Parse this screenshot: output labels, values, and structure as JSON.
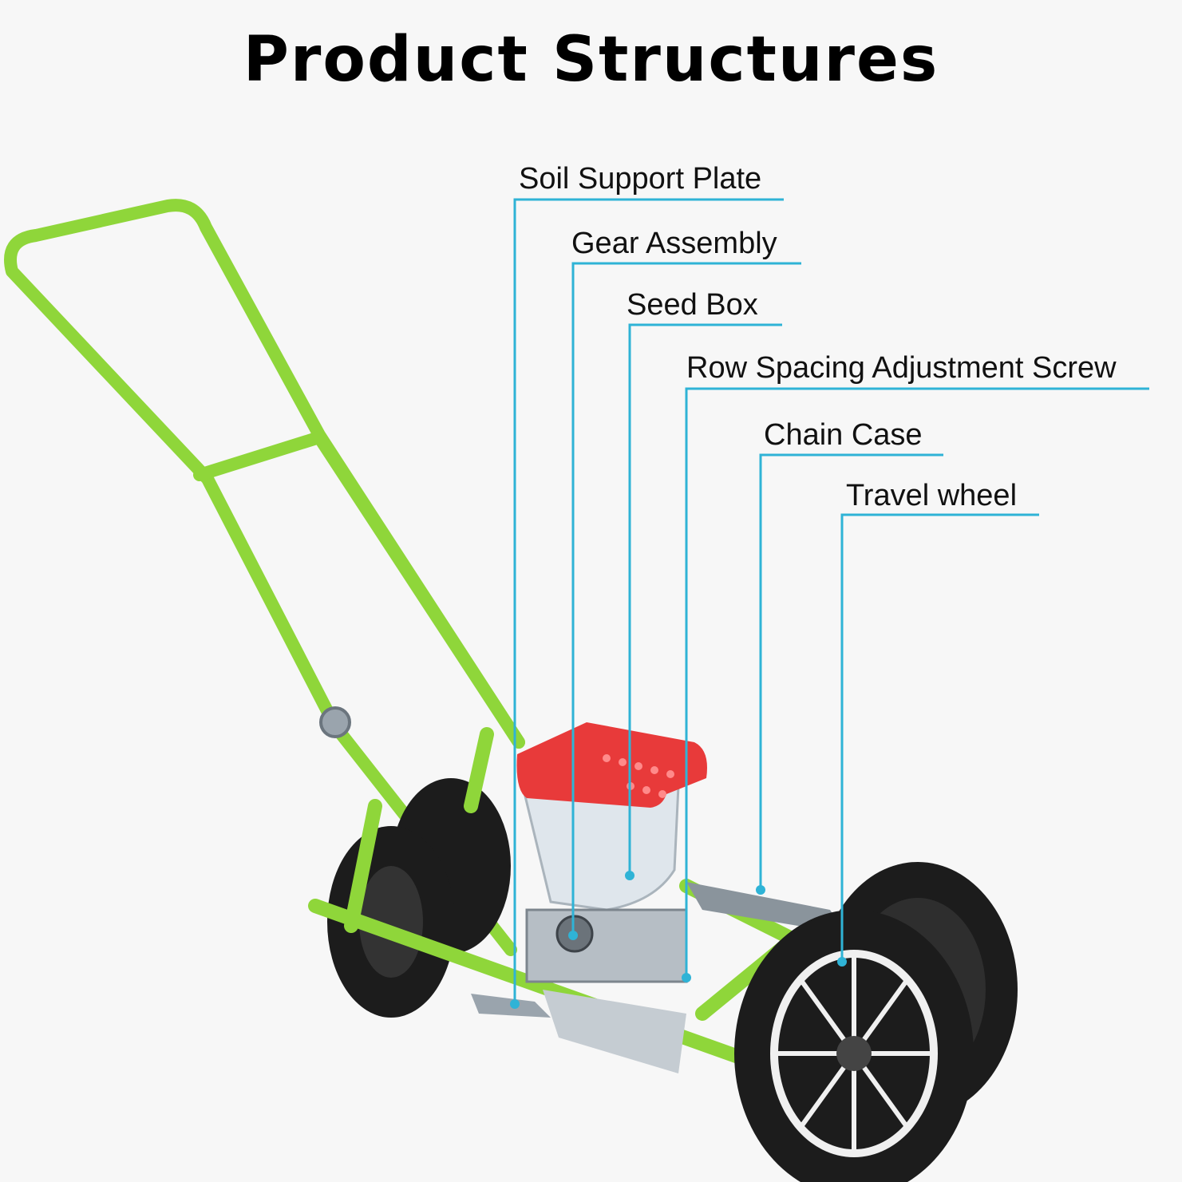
{
  "title": "Product Structures",
  "labels": {
    "soil_support_plate": "Soil Support Plate",
    "gear_assembly": "Gear Assembly",
    "seed_box": "Seed Box",
    "row_spacing_screw": "Row Spacing Adjustment Screw",
    "chain_case": "Chain Case",
    "travel_wheel": "Travel wheel"
  },
  "colors": {
    "leader_line": "#2fb3d6",
    "frame_green": "#8fd63a",
    "seed_box_lid": "#e83a3a",
    "wheel": "#1c1c1c"
  }
}
